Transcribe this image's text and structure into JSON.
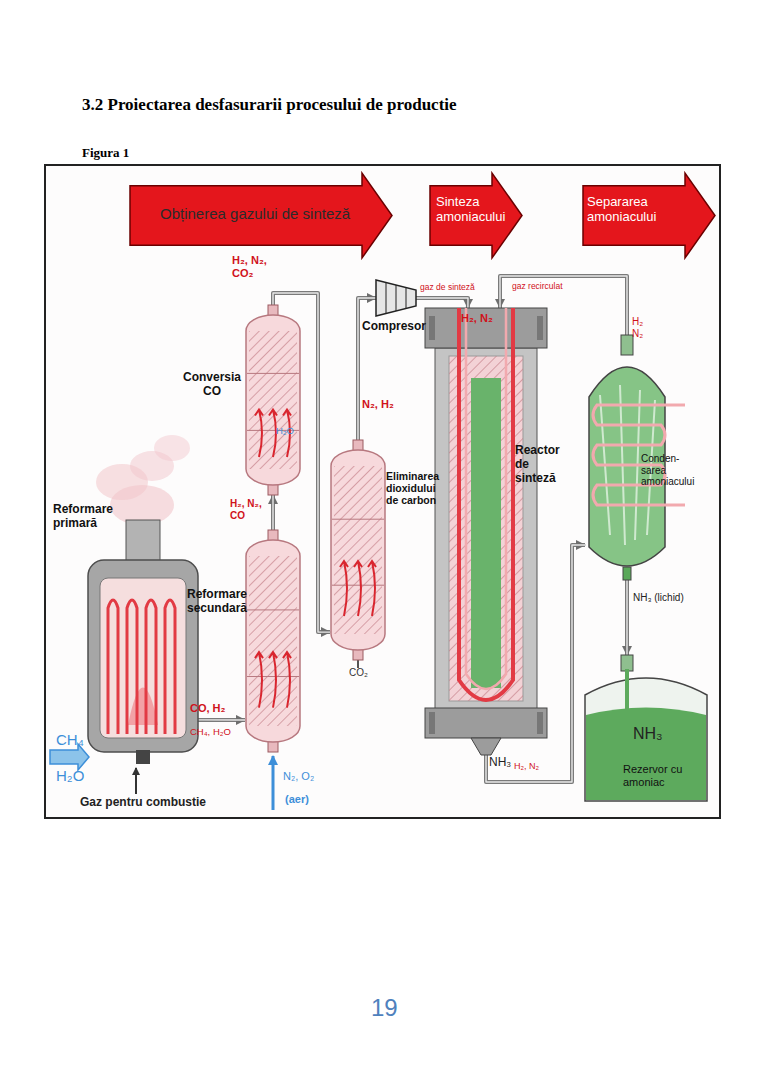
{
  "diagram": {
    "title": "3.2 Proiectarea desfasurarii procesului de productie",
    "nodes": [
      {
        "text": [
          "Obținerea gazului de sinteză"
        ]
      },
      {
        "text": [
          "Sinteza amoniacului"
        ]
      },
      {
        "text": [
          "Separarea amoniacului"
        ]
      },
      {
        "text": [
          "Reformare primară"
        ]
      },
      {
        "text": [
          "Reformare secundară"
        ]
      },
      {
        "text": [
          "Conversia CO"
        ]
      },
      {
        "text": [
          "Eliminarea dioxidului de carbon"
        ]
      },
      {
        "text": [
          "Compresor"
        ]
      },
      {
        "text": [
          "Reactor de sinteză"
        ]
      },
      {
        "text": [
          "Conden- sarea amoniacului"
        ]
      },
      {
        "text": [
          "NH₃",
          "Rezervor cu amoniac"
        ]
      }
    ],
    "edges": [
      {
        "from": 3,
        "to": 4,
        "arrow": "to",
        "label": "CO, H₂"
      },
      {
        "from": 4,
        "to": 5,
        "arrow": "to",
        "label": "H₂, N₂, CO"
      },
      {
        "from": 5,
        "to": 6,
        "arrow": "to",
        "label": "H₂, N₂, CO₂"
      },
      {
        "from": 6,
        "to": 7,
        "arrow": "to",
        "label": "N₂, H₂"
      },
      {
        "from": 7,
        "to": 8,
        "arrow": "to",
        "label": "gaz de sinteză"
      },
      {
        "from": 9,
        "to": 8,
        "arrow": "to",
        "label": "gaz recirculat"
      },
      {
        "from": 8,
        "to": 9,
        "arrow": "to",
        "label": "NH₃"
      },
      {
        "from": 9,
        "to": 10,
        "arrow": "to",
        "label": "NH₃ (lichid)"
      }
    ],
    "labels": [
      "Figura 1",
      "CH₄",
      "H₂O",
      "Gaz pentru combustie",
      "CH₄, H₂O",
      "N₂, O₂",
      "(aer)",
      "H₂O",
      "CO₂",
      "H₂, N₂",
      "H₂ N₂",
      "H₂, N₂",
      "19"
    ]
  }
}
